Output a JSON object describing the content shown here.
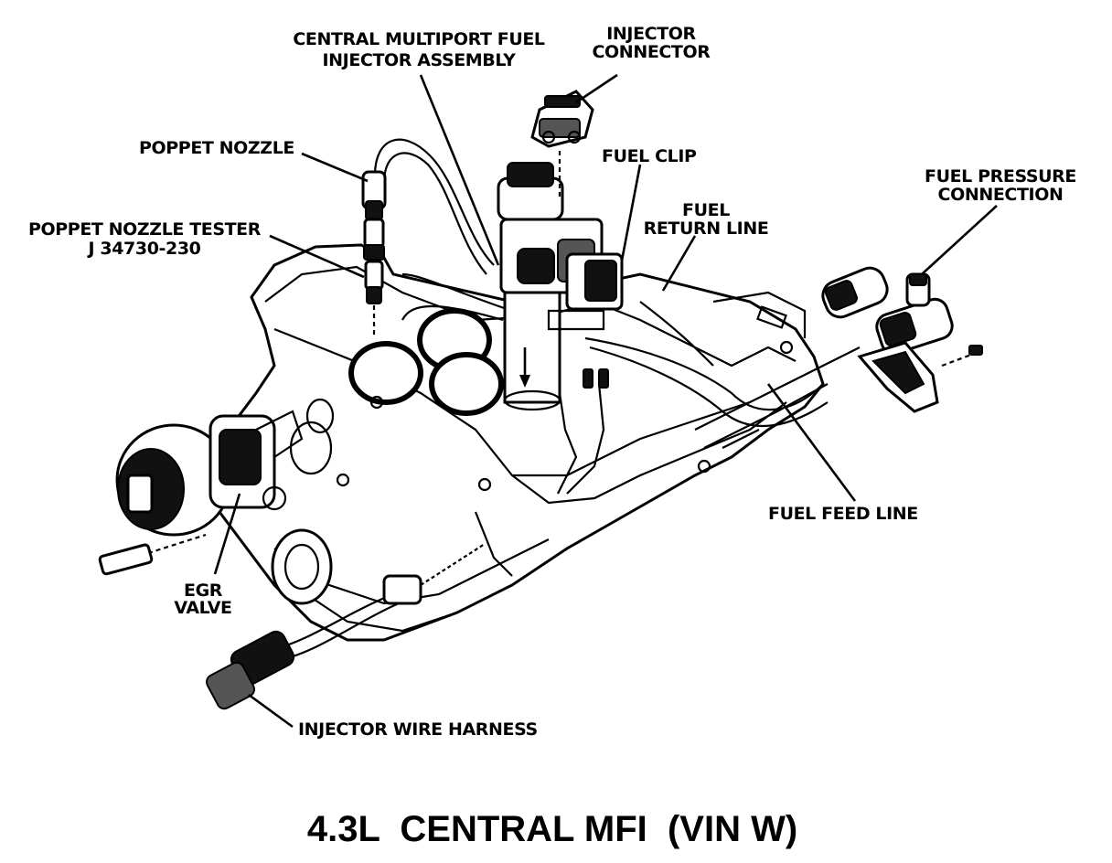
{
  "labels": {
    "central_injector_line1": "CENTRAL MULTIPORT FUEL",
    "central_injector_line2": "INJECTOR ASSEMBLY",
    "injector_connector_line1": "INJECTOR",
    "injector_connector_line2": "CONNECTOR",
    "poppet_nozzle": "POPPET NOZZLE",
    "fuel_clip": "FUEL CLIP",
    "fuel_pressure_line1": "FUEL PRESSURE",
    "fuel_pressure_line2": "CONNECTION",
    "poppet_tester_line1": "POPPET NOZZLE TESTER",
    "poppet_tester_line2": "J 34730-230",
    "fuel_return_line1": "FUEL",
    "fuel_return_line2": "RETURN LINE",
    "fuel_feed_line": "FUEL FEED LINE",
    "egr_line1": "EGR",
    "egr_line2": "VALVE",
    "injector_harness": "INJECTOR WIRE HARNESS"
  },
  "caption": "4.3L  CENTRAL MFI  (VIN W)"
}
